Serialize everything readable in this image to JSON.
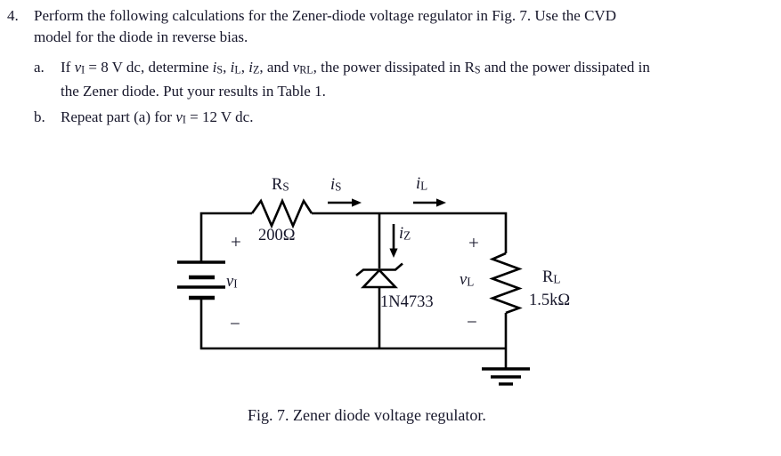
{
  "problem": {
    "number": "4.",
    "statement": [
      {
        "t": "Perform the following calculations for the Zener-diode voltage regulator in Fig. 7. Use the CVD"
      },
      {
        "br": true
      },
      {
        "t": "model for the diode in reverse bias."
      }
    ],
    "parts": [
      {
        "label": "a.",
        "segments": [
          {
            "t": "If "
          },
          {
            "t": "v",
            "i": true
          },
          {
            "t": "I",
            "sub": true
          },
          {
            "t": " = 8 V dc, determine "
          },
          {
            "t": "i",
            "i": true
          },
          {
            "t": "S",
            "sub": true
          },
          {
            "t": ", "
          },
          {
            "t": "i",
            "i": true
          },
          {
            "t": "L",
            "sub": true
          },
          {
            "t": ", "
          },
          {
            "t": "i",
            "i": true
          },
          {
            "t": "Z",
            "sub": true
          },
          {
            "t": ", and "
          },
          {
            "t": "v",
            "i": true
          },
          {
            "t": "RL",
            "sub": true
          },
          {
            "t": ", the power dissipated in R"
          },
          {
            "t": "S",
            "sub": true
          },
          {
            "t": " and the power dissipated in"
          },
          {
            "br": true
          },
          {
            "t": "the Zener diode. Put your results in Table 1."
          }
        ]
      },
      {
        "label": "b.",
        "segments": [
          {
            "t": "Repeat part (a) for "
          },
          {
            "t": "v",
            "i": true
          },
          {
            "t": "I",
            "sub": true
          },
          {
            "t": " = 12 V dc."
          }
        ]
      }
    ]
  },
  "figure": {
    "caption": "Fig. 7. Zener diode voltage regulator.",
    "labels": {
      "rs": [
        {
          "t": "R"
        },
        {
          "t": "S",
          "sub": true
        }
      ],
      "rs_value": "200Ω",
      "is": [
        {
          "t": "i",
          "i": true
        },
        {
          "t": "S",
          "sub": true
        }
      ],
      "il": [
        {
          "t": "i",
          "i": true
        },
        {
          "t": "L",
          "sub": true
        }
      ],
      "iz": [
        {
          "t": "i",
          "i": true
        },
        {
          "t": "Z",
          "sub": true
        }
      ],
      "vi": [
        {
          "t": "v",
          "i": true
        },
        {
          "t": "I",
          "sub": true
        }
      ],
      "vl": [
        {
          "t": "v",
          "i": true
        },
        {
          "t": "L",
          "sub": true
        }
      ],
      "rl": [
        {
          "t": "R"
        },
        {
          "t": "L",
          "sub": true
        }
      ],
      "rl_value": "1.5kΩ",
      "diode_part": "1N4733",
      "plus": "+",
      "minus": "−"
    }
  },
  "colors": {
    "ink": "#16162a",
    "stroke": "#000000",
    "background": "#ffffff"
  }
}
